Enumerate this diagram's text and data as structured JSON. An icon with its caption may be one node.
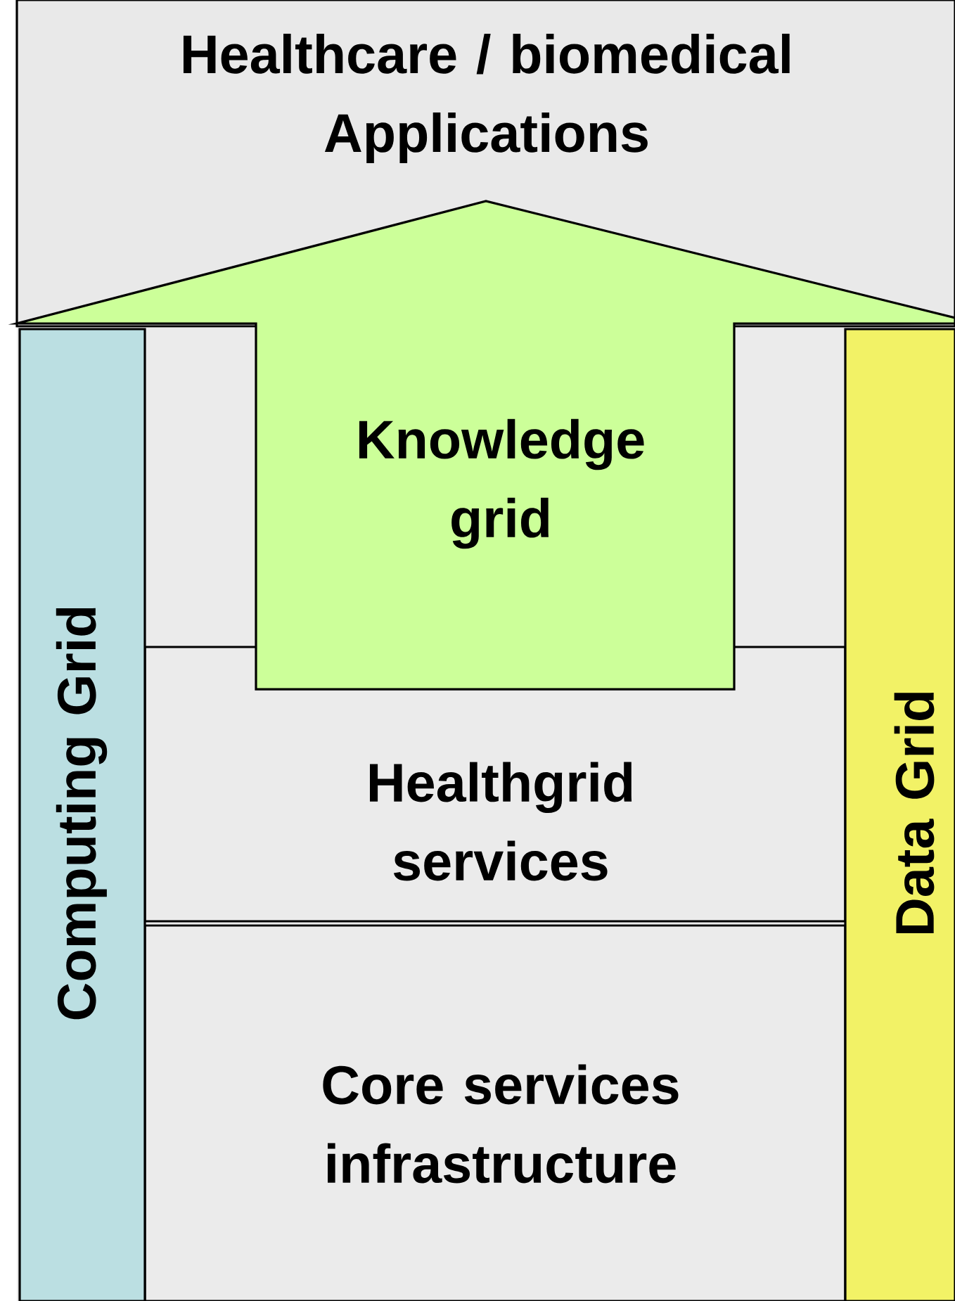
{
  "diagram": {
    "nodes": [
      {
        "text": [
          "Healthcare / biomedical Applications"
        ]
      },
      {
        "text": [
          "Healthgrid services"
        ]
      },
      {
        "text": [
          "Core services infrastructure"
        ]
      },
      {
        "text": [
          "Computing Grid"
        ]
      },
      {
        "text": [
          "Data Grid"
        ]
      }
    ],
    "edges": [
      {
        "from": 1,
        "to": 0,
        "arrow": "to",
        "label": "Knowledge grid",
        "style": "thick",
        "color": "#ccff99"
      }
    ]
  }
}
